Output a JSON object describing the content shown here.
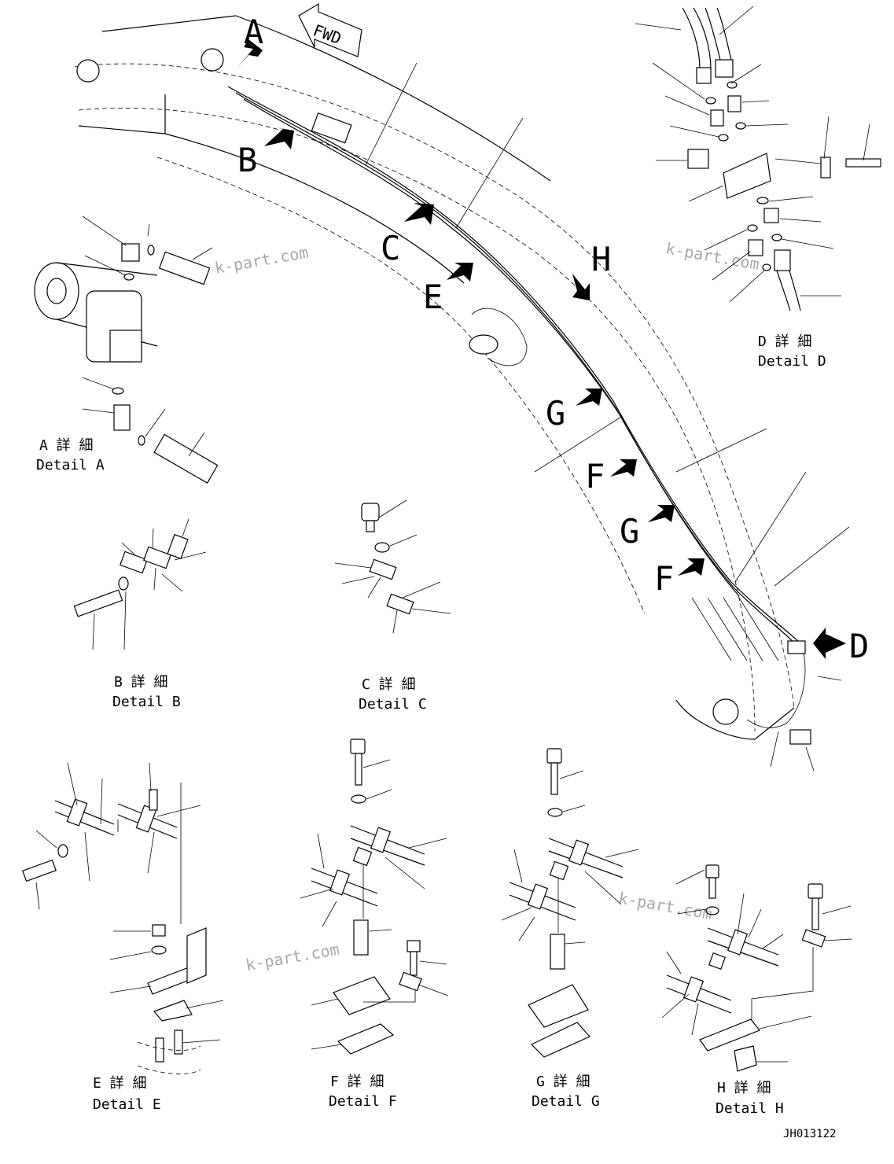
{
  "direction_label": "FWD",
  "callouts": [
    "A",
    "B",
    "C",
    "D",
    "E",
    "F",
    "F",
    "G",
    "G",
    "H"
  ],
  "details": {
    "A": {
      "jp": "A 詳 細",
      "en": "Detail A"
    },
    "B": {
      "jp": "B 詳 細",
      "en": "Detail B"
    },
    "C": {
      "jp": "C 詳 細",
      "en": "Detail C"
    },
    "D": {
      "jp": "D 詳 細",
      "en": "Detail D"
    },
    "E": {
      "jp": "E 詳 細",
      "en": "Detail E"
    },
    "F": {
      "jp": "F 詳 細",
      "en": "Detail F"
    },
    "G": {
      "jp": "G 詳 細",
      "en": "Detail G"
    },
    "H": {
      "jp": "H 詳 細",
      "en": "Detail H"
    }
  },
  "watermark": "k-part.com",
  "drawing_number": "JH013122"
}
